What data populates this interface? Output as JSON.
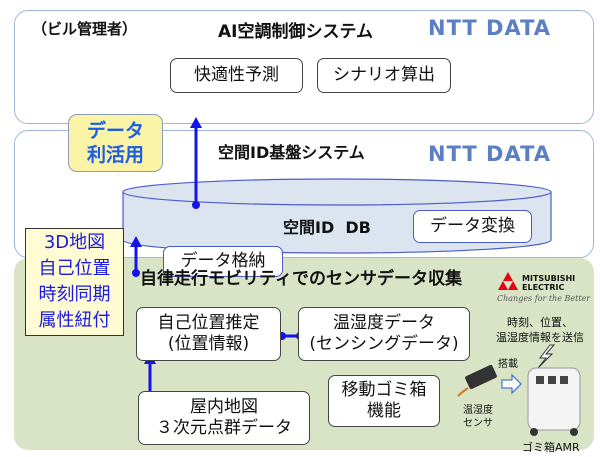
{
  "top_panel": {
    "owner": "（ビル管理者）",
    "title": "AI空調制御システム",
    "logo": "NTT DATA",
    "boxes": [
      "快適性予測",
      "シナリオ算出"
    ]
  },
  "data_use": {
    "line1": "データ",
    "line2": "利活用"
  },
  "middle_panel": {
    "title": "空間ID基盤システム",
    "logo": "NTT DATA",
    "db_label": "空間ID  DB",
    "convert": "データ変換",
    "store": "データ格納"
  },
  "side_note": {
    "lines": [
      "3D地図",
      "自己位置",
      "時刻同期",
      "属性紐付"
    ]
  },
  "bottom_panel": {
    "title": "自律走行モビリティでのセンサデータ収集",
    "logo": {
      "name": "MITSUBISHI ELECTRIC",
      "tagline": "Changes for the Better"
    },
    "self_position": {
      "line1": "自己位置推定",
      "line2": "(位置情報)"
    },
    "temp_data": {
      "line1": "温湿度データ",
      "line2": "(センシングデータ)"
    },
    "indoor_map": {
      "line1": "屋内地図",
      "line2": "３次元点群データ"
    },
    "trash": {
      "line1": "移動ゴミ箱",
      "line2": "機能"
    },
    "send_note": {
      "line1": "時刻、位置、",
      "line2": "温湿度情報を送信"
    },
    "mount": "搭載",
    "sensor": {
      "line1": "温湿度",
      "line2": "センサ"
    },
    "amr": "ゴミ箱AMR"
  },
  "colors": {
    "arrow": "#1414e8",
    "panel_border": "#9db8dc",
    "green": "#d9e4c6",
    "yellow": "#fbf3a5",
    "logo_blue": "#5b7fc4",
    "mitsubishi_red": "#e60012"
  }
}
